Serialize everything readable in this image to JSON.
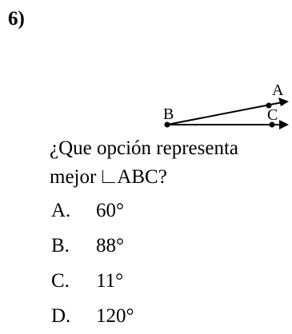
{
  "question_number": "6)",
  "figure": {
    "labels": {
      "a": "A",
      "b": "B",
      "c": "C"
    }
  },
  "question": {
    "line1": "¿Que opción representa",
    "line2_prefix": "mejor",
    "line2_suffix": "ABC?",
    "angle_symbol": "angle-symbol-icon"
  },
  "options": [
    {
      "letter": "A.",
      "value": "60°"
    },
    {
      "letter": "B.",
      "value": "88°"
    },
    {
      "letter": "C.",
      "value": "11°"
    },
    {
      "letter": "D.",
      "value": "120°"
    }
  ]
}
